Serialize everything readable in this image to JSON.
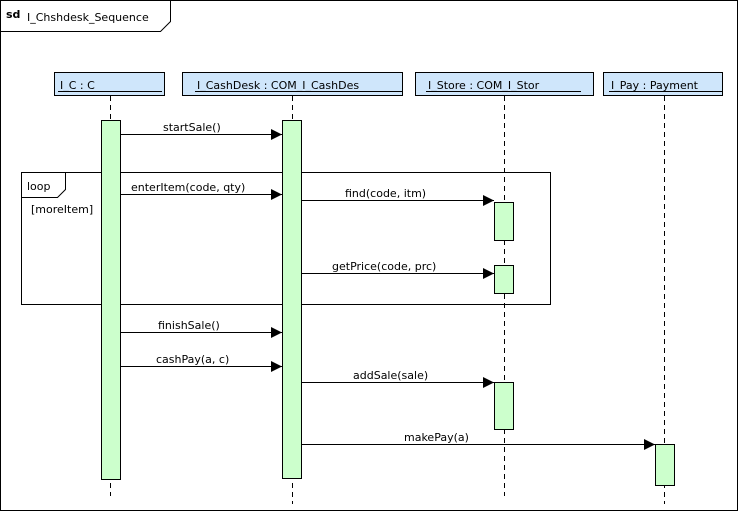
{
  "frame": {
    "keyword": "sd",
    "title": "I_Chshdesk_Sequence"
  },
  "lifelines": [
    {
      "id": "c",
      "label": "I_C        :   C"
    },
    {
      "id": "cashdesk",
      "label": "I_CashDesk : COM_I_CashDes"
    },
    {
      "id": "store",
      "label": "I_Store : COM_I_Stor"
    },
    {
      "id": "pay",
      "label": "I_Pay : Payment"
    }
  ],
  "fragment": {
    "operator": "loop",
    "guard": "[moreItem]"
  },
  "messages": [
    {
      "label": "startSale()",
      "from": "c",
      "to": "cashdesk"
    },
    {
      "label": "enterItem(code, qty)",
      "from": "c",
      "to": "cashdesk"
    },
    {
      "label": "find(code, itm)",
      "from": "cashdesk",
      "to": "store"
    },
    {
      "label": "getPrice(code, prc)",
      "from": "cashdesk",
      "to": "store"
    },
    {
      "label": "finishSale()",
      "from": "c",
      "to": "cashdesk"
    },
    {
      "label": "cashPay(a, c)",
      "from": "c",
      "to": "cashdesk"
    },
    {
      "label": "addSale(sale)",
      "from": "cashdesk",
      "to": "store"
    },
    {
      "label": "makePay(a)",
      "from": "cashdesk",
      "to": "pay"
    }
  ],
  "colors": {
    "lifeline_head_fill": "#cfe6fb",
    "activation_fill": "#ccffcc",
    "line": "#000000"
  }
}
